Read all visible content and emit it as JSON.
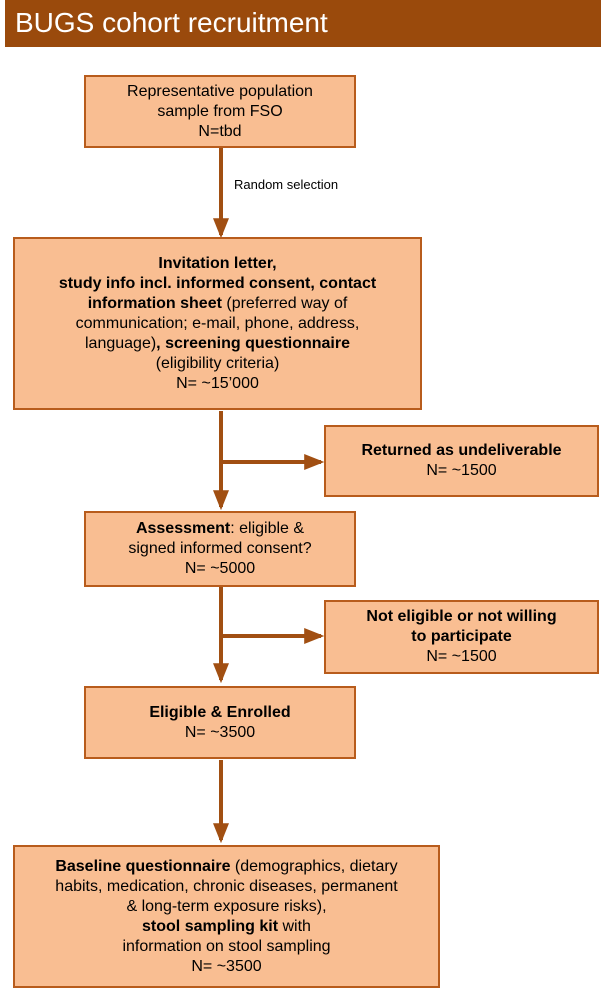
{
  "header": {
    "title": "BUGS cohort recruitment"
  },
  "colors": {
    "header_bg": "#9a4a0c",
    "box_fill": "#f9be92",
    "box_border": "#b85c1c",
    "arrow": "#a14f12"
  },
  "boxes": {
    "population": {
      "line1": "Representative population",
      "line2": "sample from FSO",
      "line3": "N=tbd"
    },
    "invitation": {
      "l1": "Invitation letter,",
      "l2": "study info incl. informed consent, contact",
      "l3_bold": "information sheet",
      "l3_rest": " (preferred way of",
      "l4": "communication; e-mail, phone, address,",
      "l5_plain": "language)",
      "l5_bold": ", screening questionnaire",
      "l6": "(eligibility criteria)",
      "l7": "N= ~15’000"
    },
    "undeliverable": {
      "title": "Returned as undeliverable",
      "count": "N= ~1500"
    },
    "assessment": {
      "bold": "Assessment",
      "rest": ": eligible &",
      "line2": "signed informed consent?",
      "count": "N= ~5000"
    },
    "not_eligible": {
      "line1": "Not eligible or not willing",
      "line2": "to participate",
      "count": "N= ~1500"
    },
    "enrolled": {
      "title": "Eligible & Enrolled",
      "count": "N= ~3500"
    },
    "baseline": {
      "l1_bold": "Baseline questionnaire",
      "l1_rest": " (demographics, dietary",
      "l2": "habits, medication, chronic diseases, permanent",
      "l3": "& long-term exposure risks),",
      "l4_bold": "stool sampling kit",
      "l4_rest": " with",
      "l5": "information on stool sampling",
      "count": "N= ~3500"
    }
  },
  "notes": {
    "random_line1": "Random",
    "random_line2": "selection"
  }
}
